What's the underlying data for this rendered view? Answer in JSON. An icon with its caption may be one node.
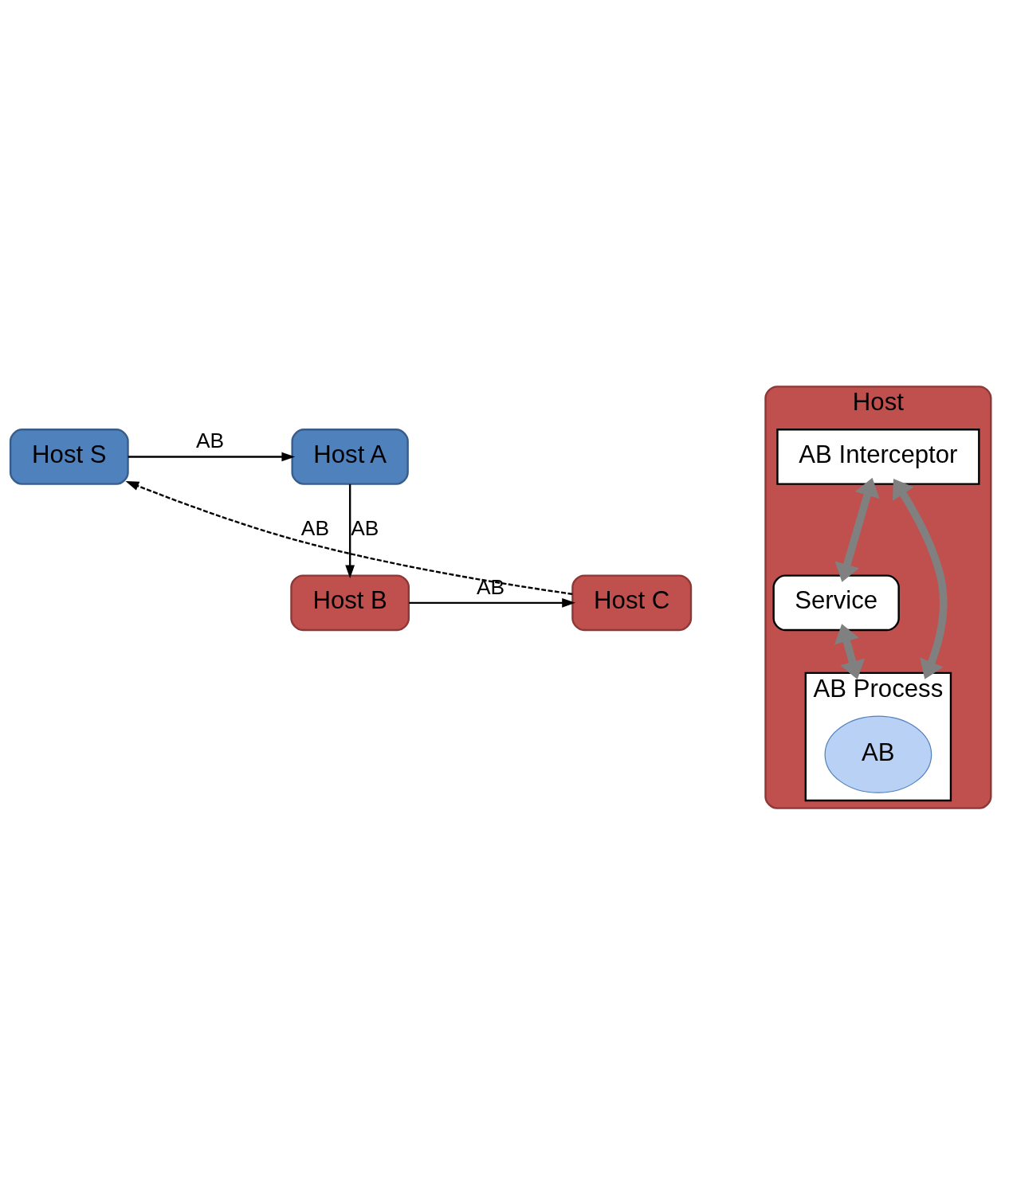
{
  "diagram": {
    "nodes": [
      {
        "text": [
          "Host S"
        ]
      },
      {
        "text": [
          "Host A"
        ]
      },
      {
        "text": [
          "Host B"
        ]
      },
      {
        "text": [
          "Host C"
        ]
      },
      {
        "text": [
          "Host"
        ]
      },
      {
        "text": [
          "AB Interceptor"
        ],
        "in": 4
      },
      {
        "text": [
          "Service"
        ],
        "in": 4
      },
      {
        "text": [
          "AB Process"
        ],
        "in": 4
      },
      {
        "text": [
          "AB"
        ],
        "in": 7
      }
    ],
    "edges": [
      {
        "from": 0,
        "to": 1,
        "arrow": "to",
        "label": "AB"
      },
      {
        "from": 1,
        "to": 2,
        "arrow": "to",
        "label": "AB"
      },
      {
        "from": 2,
        "to": 3,
        "arrow": "to",
        "label": "AB"
      },
      {
        "from": 3,
        "to": 0,
        "arrow": "to",
        "label": "AB",
        "style": "dashed"
      },
      {
        "from": 5,
        "to": 6,
        "arrow": "both",
        "style": "thick",
        "color": "#808080"
      },
      {
        "from": 5,
        "to": 7,
        "arrow": "both",
        "style": "thick",
        "color": "#808080"
      },
      {
        "from": 6,
        "to": 7,
        "arrow": "both",
        "style": "thick",
        "color": "#808080"
      }
    ]
  }
}
